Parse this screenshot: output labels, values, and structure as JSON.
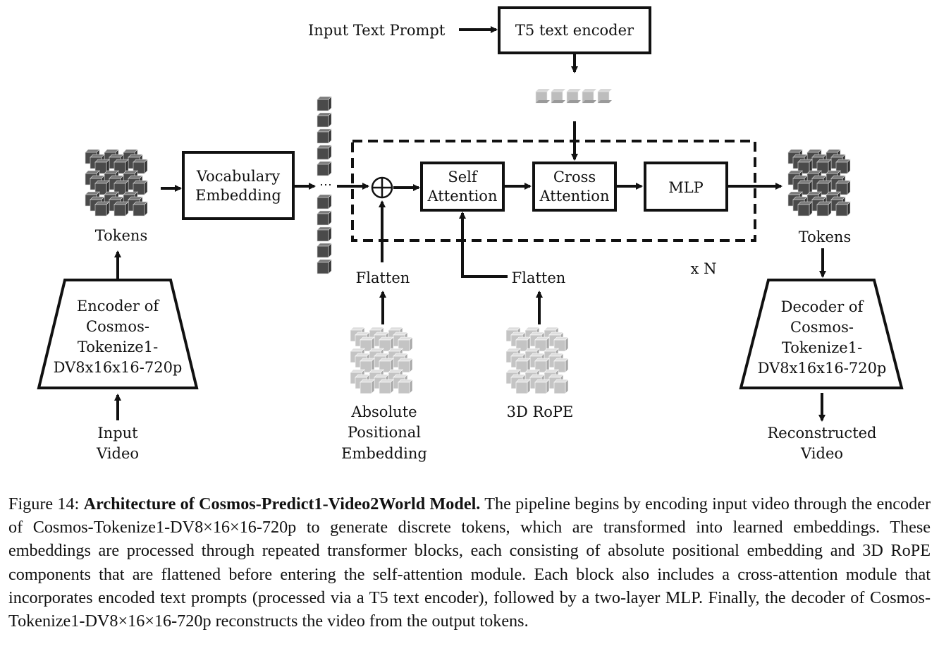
{
  "figure": {
    "nodes": {
      "input_text_prompt": "Input Text Prompt",
      "t5_encoder": "T5 text encoder",
      "vocab_embedding": [
        "Vocabulary",
        "Embedding"
      ],
      "self_attention": [
        "Self",
        "Attention"
      ],
      "cross_attention": [
        "Cross",
        "Attention"
      ],
      "mlp": "MLP",
      "tokens_in": "Tokens",
      "tokens_out": "Tokens",
      "repeat": "x N",
      "flatten_abs": "Flatten",
      "flatten_rope": "Flatten",
      "abs_pos_embedding": [
        "Absolute",
        "Positional",
        "Embedding"
      ],
      "rope": "3D RoPE",
      "encoder": [
        "Encoder of",
        "Cosmos-",
        "Tokenize1-",
        "DV8x16x16-720p"
      ],
      "decoder": [
        "Decoder of",
        "Cosmos-",
        "Tokenize1-",
        "DV8x16x16-720p"
      ],
      "input_video": [
        "Input",
        "Video"
      ],
      "reconstructed_video": [
        "Reconstructed",
        "Video"
      ],
      "sum_symbol": "⊕",
      "ellipsis": "⋯"
    },
    "colors": {
      "dark_cube": "#4a4a4a",
      "light_cube": "#c4c4c4",
      "stroke": "#111111"
    }
  },
  "caption": {
    "label": "Figure 14: ",
    "title": "Architecture of Cosmos-Predict1-Video2World Model.",
    "body": " The pipeline begins by encoding input video through the encoder of Cosmos-Tokenize1-DV8×16×16-720p to generate discrete tokens, which are transformed into learned embeddings. These embeddings are processed through repeated transformer blocks, each consisting of absolute positional embedding and 3D RoPE components that are flattened before entering the self-attention module. Each block also includes a cross-attention module that incorporates encoded text prompts (processed via a T5 text encoder), followed by a two-layer MLP. Finally, the decoder of Cosmos-Tokenize1-DV8×16×16-720p reconstructs the video from the output tokens."
  }
}
